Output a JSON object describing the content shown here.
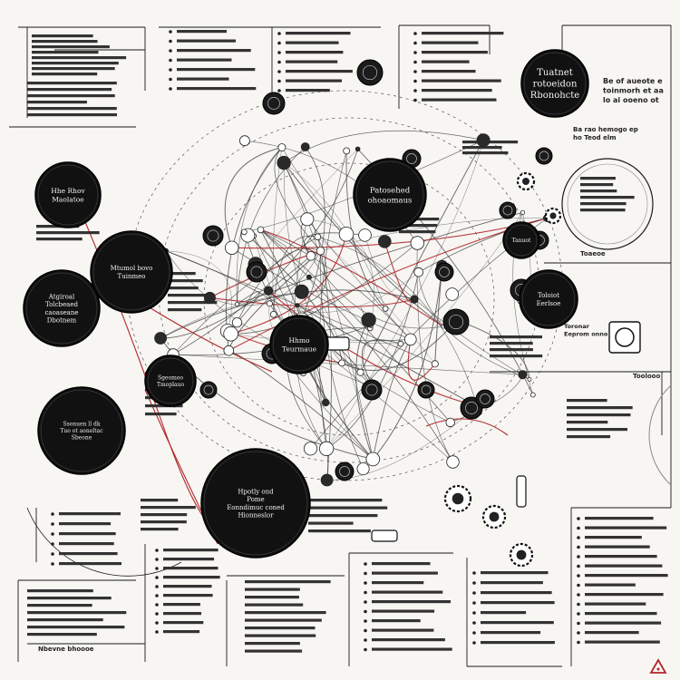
{
  "colors": {
    "background": "#f7f6f3",
    "ink": "#1a1a1a",
    "accent": "#b3262a",
    "muted": "#8a8a8a"
  },
  "hubs": [
    {
      "id": "hub-top-right",
      "lines": [
        "Tuatnet",
        "rotoeidon",
        "Rbonohcte"
      ]
    },
    {
      "id": "hub-left-upper",
      "lines": [
        "Hhe Rhov",
        "Maolatoe"
      ]
    },
    {
      "id": "hub-left-mid",
      "lines": [
        "Mtumol bovo",
        "Tuinmeo"
      ]
    },
    {
      "id": "hub-left",
      "lines": [
        "Atgiroal",
        "Tolcbeaed",
        "caoaseane",
        "Dbotnem"
      ]
    },
    {
      "id": "hub-center-top",
      "lines": [
        "Patosehed",
        "ohoaomaus"
      ]
    },
    {
      "id": "hub-center",
      "lines": [
        "Hhmo",
        "Teurmaue"
      ]
    },
    {
      "id": "hub-left-low",
      "lines": [
        "Sgeomoo",
        "Tmoplauo"
      ]
    },
    {
      "id": "hub-left-bottom",
      "lines": [
        "Ssonuen ll dk",
        "Tuo ot aoneltac",
        "Sbeone"
      ]
    },
    {
      "id": "hub-bottom-center",
      "lines": [
        "Hpotly ond",
        "Pome",
        "Eonndimuc coned",
        "Hionneslor"
      ]
    },
    {
      "id": "hub-right-mid",
      "lines": [
        "Tanuot"
      ]
    },
    {
      "id": "hub-right-low",
      "lines": [
        "Toloiot",
        "Eerlsoe"
      ]
    }
  ],
  "notes": [
    {
      "id": "note-top-right",
      "lines": [
        "Be of aueote e",
        "toinmorh et aa",
        "lo ai ooeno ot"
      ]
    },
    {
      "id": "note-right-upper",
      "lines": [
        "Ba rao hemogo ep",
        "ho Teod elm"
      ]
    },
    {
      "id": "note-right-mid",
      "lines": [
        "Toaeoe"
      ]
    },
    {
      "id": "note-right-scale",
      "lines": [
        "Toronar",
        "Eeprom onno"
      ]
    },
    {
      "id": "note-right-box",
      "lines": [
        "Toolooo"
      ]
    },
    {
      "id": "note-bottom-left",
      "lines": [
        "Nbevne bhoooe"
      ]
    }
  ]
}
